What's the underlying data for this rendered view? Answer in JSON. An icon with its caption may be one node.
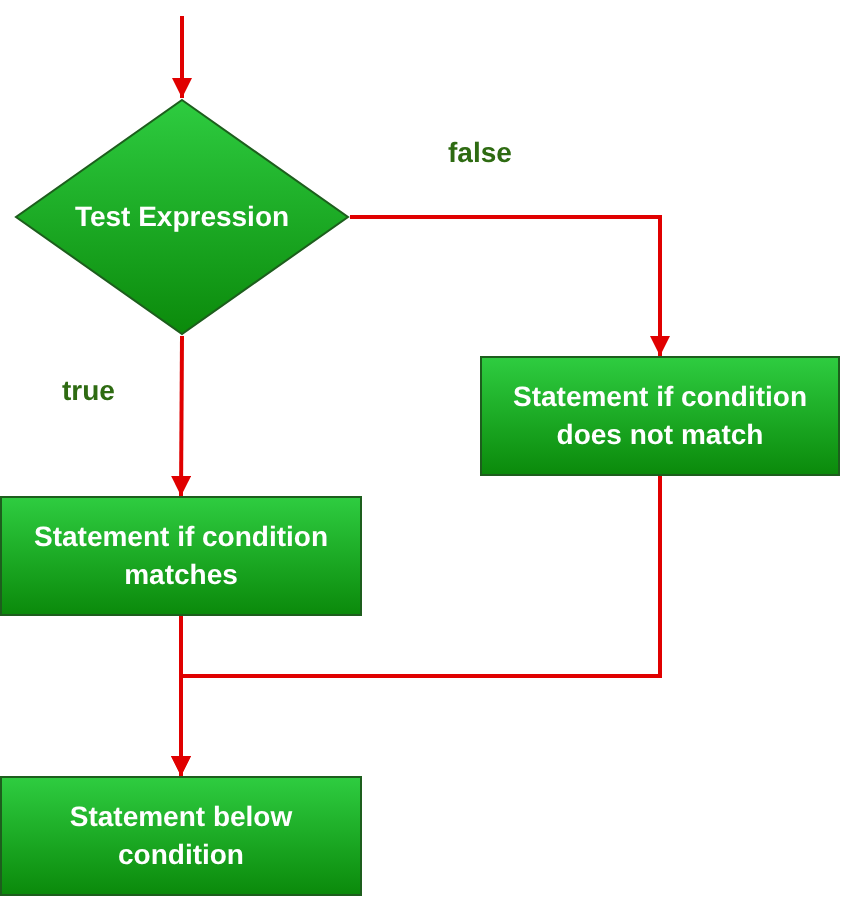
{
  "diagram": {
    "nodes": [
      {
        "text": [
          "Test Expression"
        ]
      },
      {
        "text": [
          "Statement if condition does not match"
        ]
      },
      {
        "text": [
          "Statement if condition matches"
        ]
      },
      {
        "text": [
          "Statement below condition"
        ]
      }
    ],
    "edges": [
      {
        "from": null,
        "to": 0,
        "arrow": "to"
      },
      {
        "from": 0,
        "to": 1,
        "arrow": "to",
        "label": "false"
      },
      {
        "from": 0,
        "to": 2,
        "arrow": "to",
        "label": "true"
      },
      {
        "from": 2,
        "to": 3,
        "arrow": "to"
      },
      {
        "from": 1,
        "to": 3,
        "arrow": "to"
      }
    ]
  }
}
